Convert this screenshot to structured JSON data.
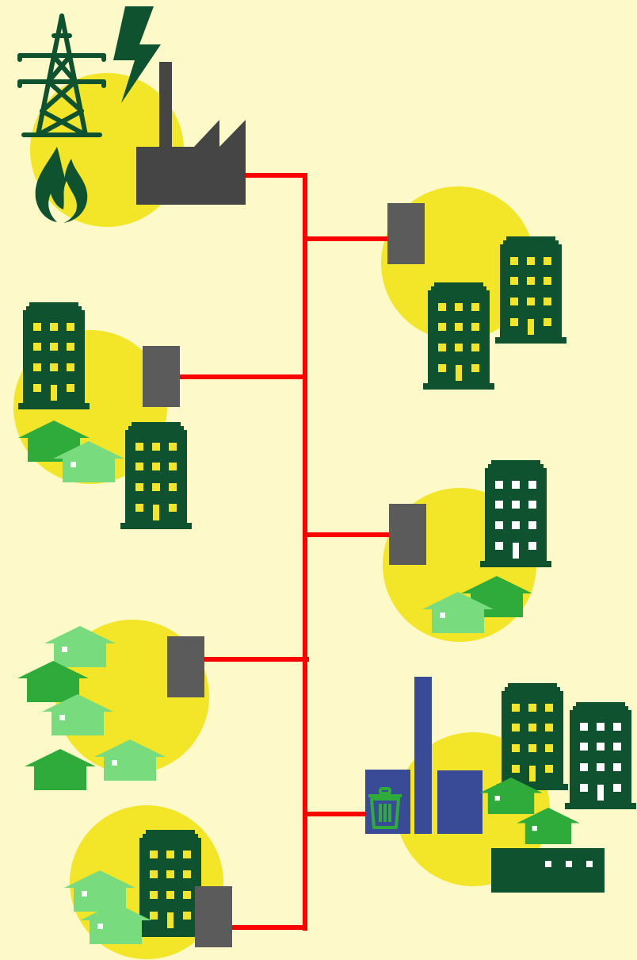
{
  "diagram": {
    "description_visible_text": "",
    "colors": {
      "background": "#fdf9c8",
      "district_circle": "#f3e527",
      "pipe": "#ff0000",
      "dark_green": "#0f5230",
      "mid_green": "#2eab3a",
      "light_green": "#78dc7e",
      "window_yellow": "#f3e527",
      "substation_grey": "#5b5b5b",
      "factory_grey": "#454545",
      "incinerator_blue": "#394a96"
    },
    "source": {
      "icons": [
        "power-pylon-icon",
        "lightning-bolt-icon",
        "gas-flame-icon",
        "power-plant-icon"
      ]
    },
    "districts": [
      {
        "id": "top-right",
        "contents": [
          "substation",
          "apartment-building",
          "apartment-building"
        ]
      },
      {
        "id": "left-upper",
        "contents": [
          "substation",
          "apartment-building",
          "apartment-building",
          "house-dark",
          "house-light"
        ]
      },
      {
        "id": "right-middle",
        "contents": [
          "substation",
          "apartment-building",
          "house-dark",
          "house-light"
        ]
      },
      {
        "id": "left-lower",
        "contents": [
          "substation",
          "house-light",
          "house-dark",
          "house-light",
          "house-dark",
          "house-light"
        ]
      },
      {
        "id": "right-lower",
        "contents": [
          "waste-incinerator",
          "apartment-building",
          "apartment-building",
          "house-dark",
          "house-dark",
          "low-building"
        ]
      },
      {
        "id": "bottom-left",
        "contents": [
          "substation",
          "apartment-building",
          "house-light",
          "house-light"
        ]
      }
    ]
  }
}
